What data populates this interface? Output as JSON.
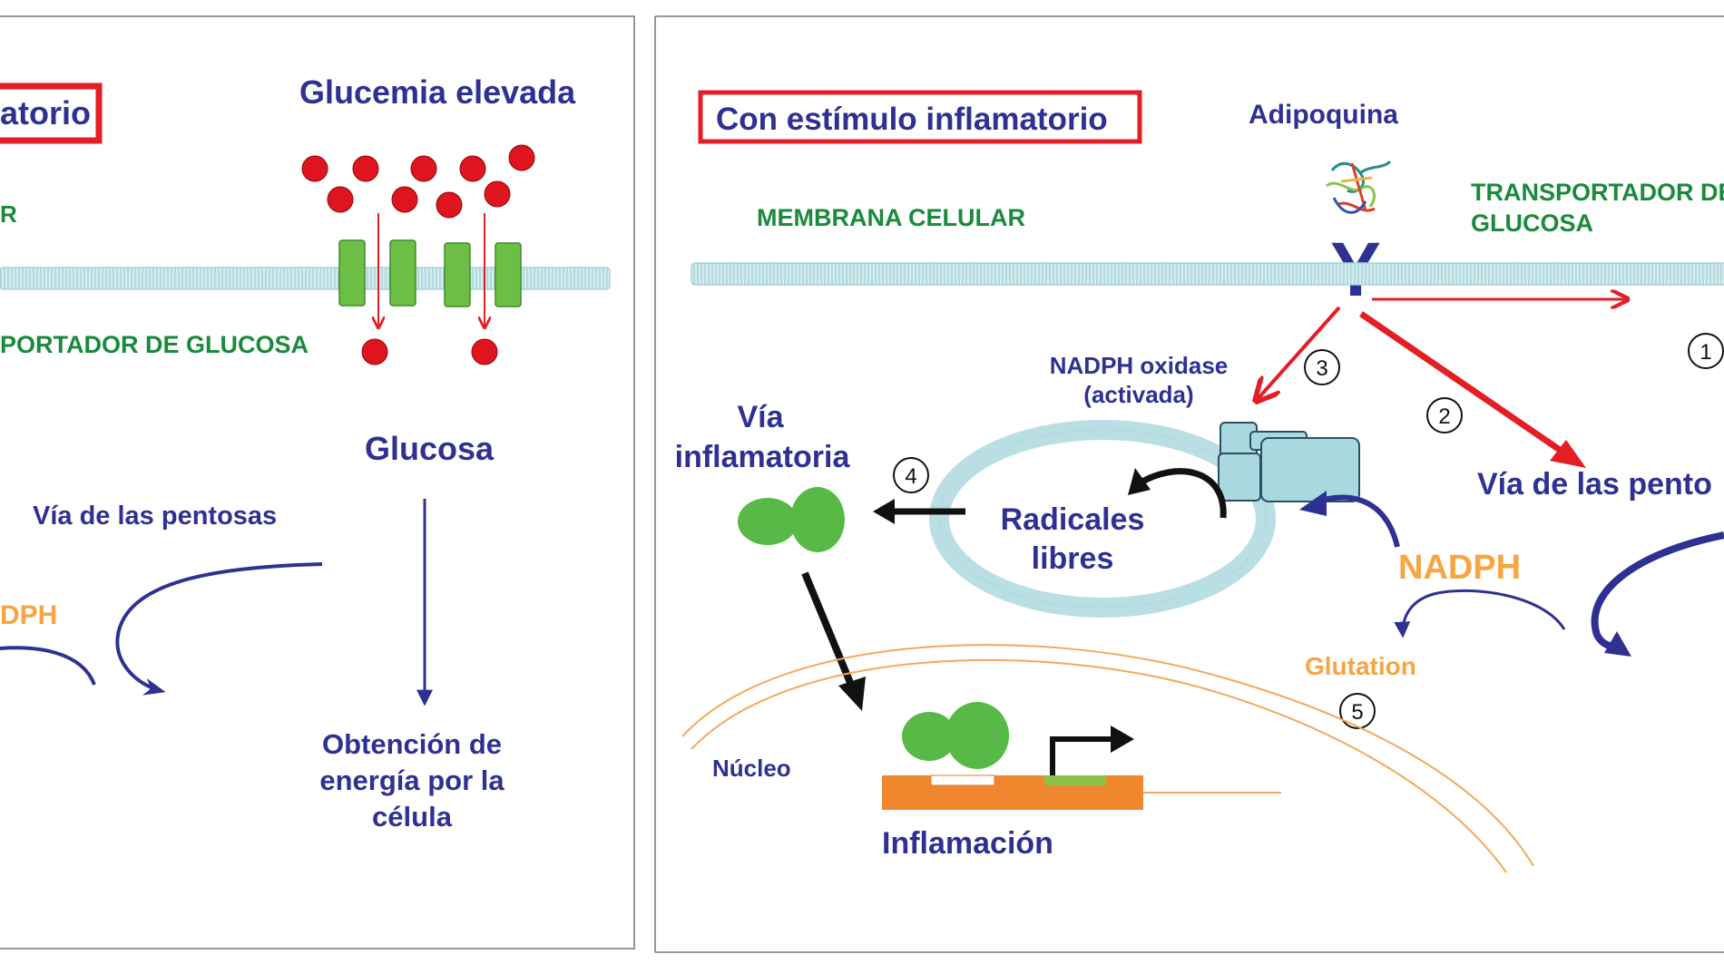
{
  "colors": {
    "navy": "#2E3192",
    "green_text": "#1A8A3C",
    "orange_text": "#F7A541",
    "red": "#E31E24",
    "red_dot": "#E0141E",
    "transporter_green": "#6DBE45",
    "protein_green": "#59B947",
    "membrane": "#B9DEE4",
    "enzyme": "#A9D8DE",
    "dna_orange": "#F0862E",
    "nucleus_line": "#F4A95A",
    "black": "#111111"
  },
  "left_panel": {
    "title": "atorio",
    "membrane_label": "R",
    "glycemia_label": "Glucemia elevada",
    "transporter_label": "PORTADOR DE GLUCOSA",
    "glucose_label": "Glucosa",
    "pentose_label": "Vía de las pentosas",
    "nadph_label": "DPH",
    "energy_label": [
      "Obtención de",
      "energía por la",
      "célula"
    ]
  },
  "right_panel": {
    "title": "Con estímulo inflamatorio",
    "adipokine_label": "Adipoquina",
    "membrane_label": "MEMBRANA CELULAR",
    "transporter_label": [
      "TRANSPORTADOR DE",
      "GLUCOSA"
    ],
    "nadph_oxidase_label": [
      "NADPH oxidase",
      "(activada)"
    ],
    "inflammatory_path_label": [
      "Vía",
      "inflamatoria"
    ],
    "free_radicals_label": [
      "Radicales",
      "libres"
    ],
    "pentose_label": "Vía de las pento",
    "nadph_label": "NADPH",
    "glutathione_label": "Glutation",
    "nucleus_label": "Núcleo",
    "inflammation_label": "Inflamación",
    "receptor_glyph": "Y",
    "steps": [
      "1",
      "2",
      "3",
      "4",
      "5"
    ]
  }
}
